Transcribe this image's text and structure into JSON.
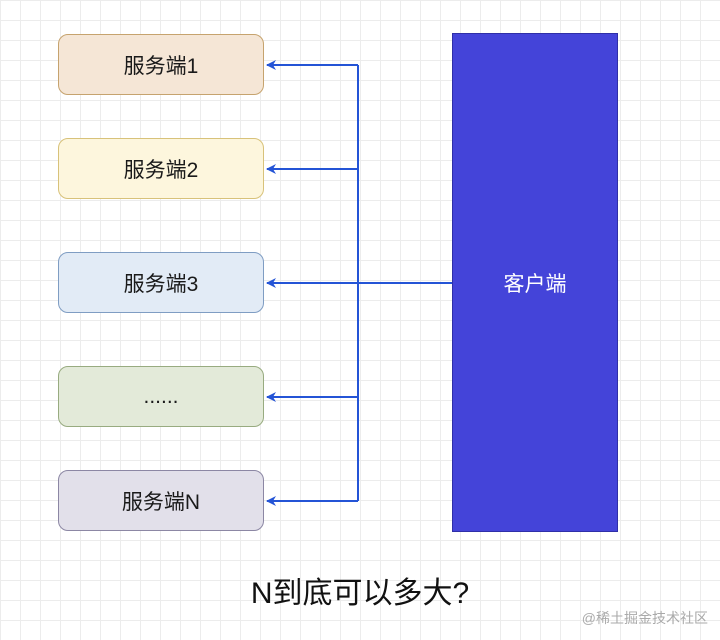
{
  "diagram": {
    "servers": [
      {
        "label": "服务端1"
      },
      {
        "label": "服务端2"
      },
      {
        "label": "服务端3"
      },
      {
        "label": "......"
      },
      {
        "label": "服务端N"
      }
    ],
    "client": {
      "label": "客户端"
    },
    "caption": "N到底可以多大?",
    "watermark": "@稀土掘金技术社区",
    "colors": {
      "connector": "#2454d6",
      "client_fill": "#4444d9"
    }
  }
}
